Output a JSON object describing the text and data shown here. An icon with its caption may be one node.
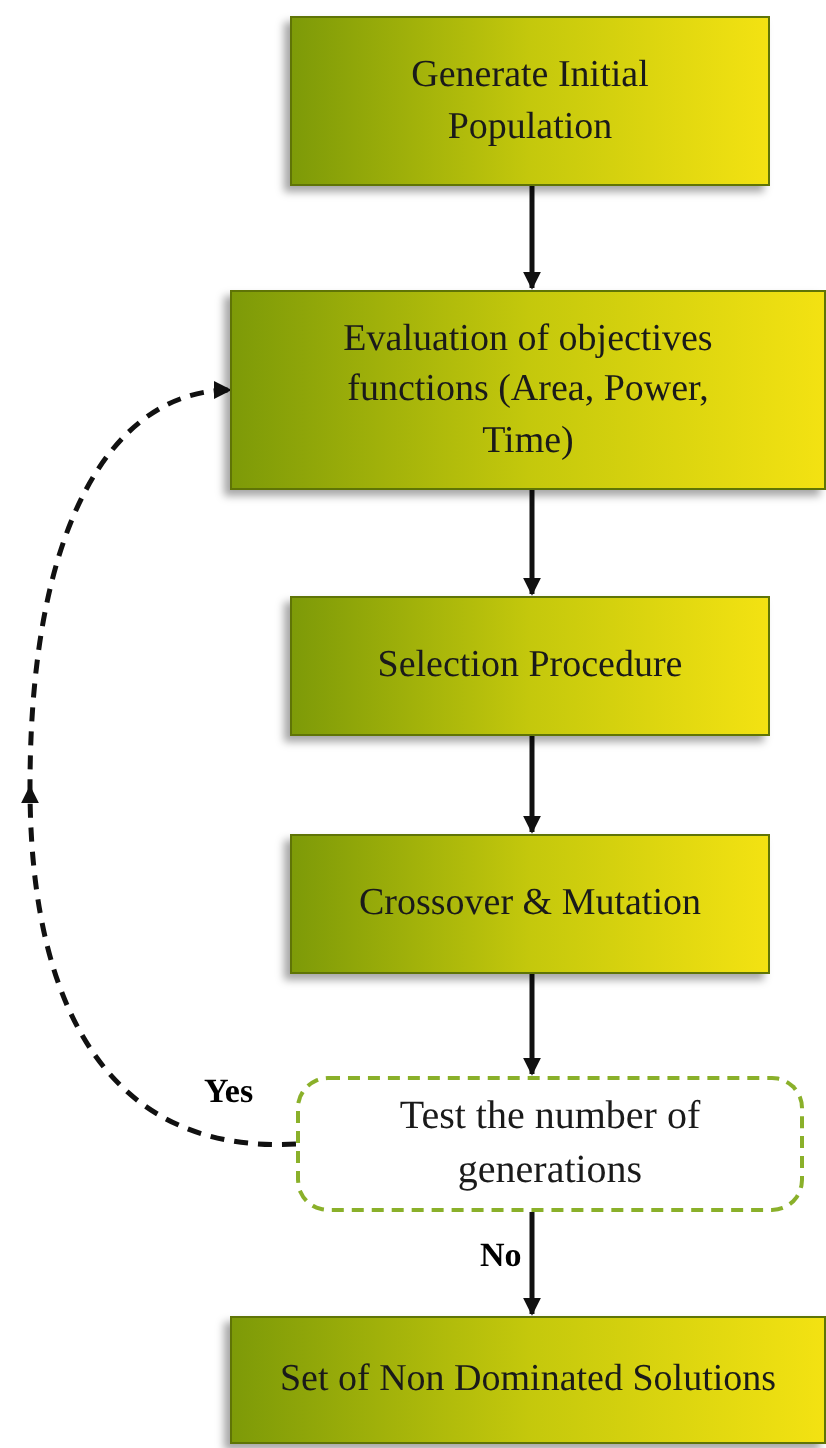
{
  "diagram": {
    "nodes": [
      {
        "text": [
          "Generate Initial Population"
        ]
      },
      {
        "text": [
          "Evaluation of objectives functions (Area, Power, Time)"
        ]
      },
      {
        "text": [
          "Selection Procedure"
        ]
      },
      {
        "text": [
          "Crossover & Mutation"
        ]
      },
      {
        "text": [
          "Test the number of generations"
        ]
      },
      {
        "text": [
          "Set of Non Dominated Solutions"
        ]
      }
    ],
    "edges": [
      {
        "from": 0,
        "to": 1,
        "arrow": "to"
      },
      {
        "from": 1,
        "to": 2,
        "arrow": "to"
      },
      {
        "from": 2,
        "to": 3,
        "arrow": "to"
      },
      {
        "from": 3,
        "to": 4,
        "arrow": "to"
      },
      {
        "from": 4,
        "to": 5,
        "arrow": "to",
        "label": "No"
      },
      {
        "from": 4,
        "to": 1,
        "arrow": "to",
        "label": "Yes",
        "style": "dashed"
      }
    ]
  }
}
